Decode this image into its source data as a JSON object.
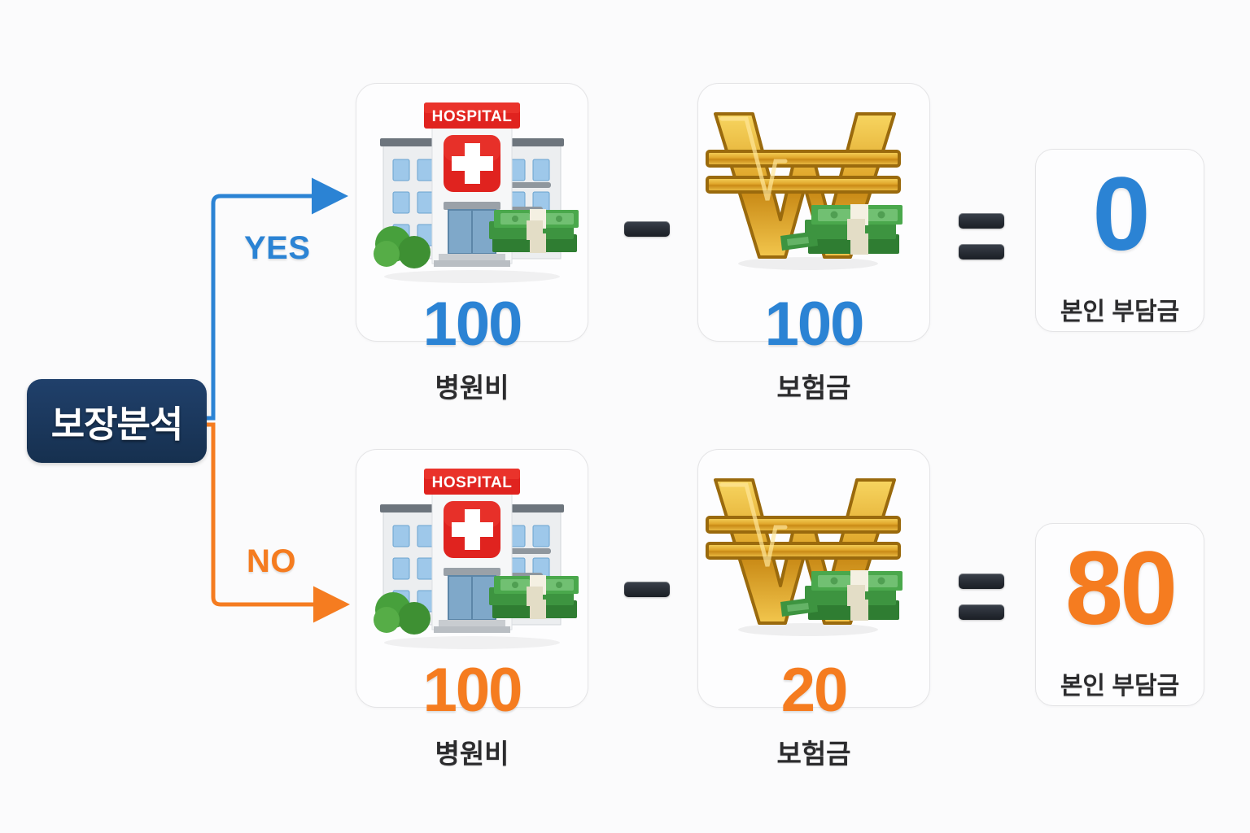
{
  "background_color": "#fbfbfc",
  "root": {
    "label": "보장분석",
    "box_color": "#1b3a63",
    "text_color": "#ffffff"
  },
  "branches": [
    {
      "name": "yes",
      "label": "YES",
      "color": "#2b83d4"
    },
    {
      "name": "no",
      "label": "NO",
      "color": "#f57c20"
    }
  ],
  "operators": {
    "minus": "−",
    "equals": "=",
    "color": "#262b33"
  },
  "rows": [
    {
      "id": "yes-row",
      "accent": "#2b83d4",
      "hospital": {
        "icon": "hospital-building-icon",
        "sign_text": "HOSPITAL",
        "value": "100",
        "caption": "병원비"
      },
      "insurance": {
        "icon": "korean-won-money-icon",
        "value": "100",
        "caption": "보험금"
      },
      "result": {
        "value": "0",
        "caption": "본인 부담금"
      }
    },
    {
      "id": "no-row",
      "accent": "#f57c20",
      "hospital": {
        "icon": "hospital-building-icon",
        "sign_text": "HOSPITAL",
        "value": "100",
        "caption": "병원비"
      },
      "insurance": {
        "icon": "korean-won-money-icon",
        "value": "20",
        "caption": "보험금"
      },
      "result": {
        "value": "80",
        "caption": "본인 부담금"
      }
    }
  ],
  "chart_data": {
    "type": "diagram",
    "title": "보장분석",
    "branches": [
      {
        "condition": "YES",
        "hospital_cost": 100,
        "insurance_payout": 100,
        "out_of_pocket": 0,
        "labels": {
          "hospital": "병원비",
          "insurance": "보험금",
          "result": "본인 부담금"
        }
      },
      {
        "condition": "NO",
        "hospital_cost": 100,
        "insurance_payout": 20,
        "out_of_pocket": 80,
        "labels": {
          "hospital": "병원비",
          "insurance": "보험금",
          "result": "본인 부담금"
        }
      }
    ],
    "formula": "병원비 − 보험금 = 본인 부담금"
  }
}
